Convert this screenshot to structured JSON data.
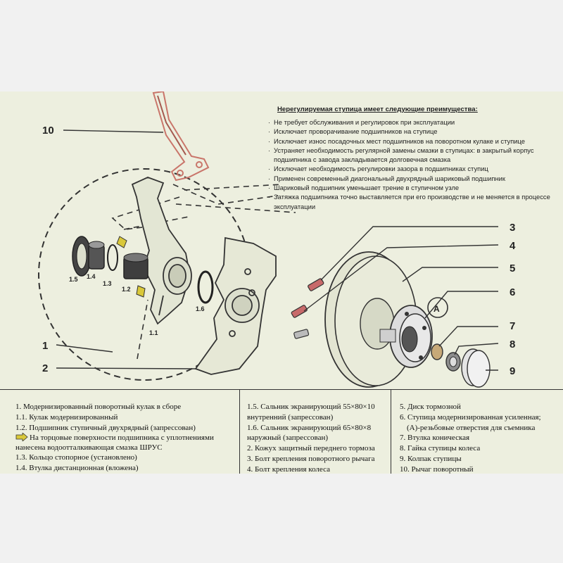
{
  "callouts": {
    "n1": "1",
    "n2": "2",
    "n3": "3",
    "n4": "4",
    "n5": "5",
    "n6": "6",
    "n7": "7",
    "n8": "8",
    "n9": "9",
    "n10": "10",
    "a": "A"
  },
  "part_labels": {
    "p1_1": "1.1",
    "p1_2": "1.2",
    "p1_3": "1.3",
    "p1_4": "1.4",
    "p1_5": "1.5",
    "p1_6": "1.6"
  },
  "advantages": {
    "title": "Нерегулируемая ступица имеет следующие преимущества:",
    "items": [
      "Не требует обслуживания и регулировок при эксплуатации",
      "Исключает проворачивание подшипников на ступице",
      "Исключает износ посадочных мест подшипников  на поворотном кулаке и ступице",
      "Устраняет необходимость регулярной замены смазки в ступицах:  в закрытый корпус подшипника с завода закладывается долговечная смазка",
      "Исключает необходимость регулировки зазора в подшипниках ступиц",
      "Применен современный диагональный двухрядный шариковый подшипник",
      "Шариковый подшипник уменьшает трение в ступичном узле",
      "Затяжка подшипника точно выставляется при его производстве и не меняется в процессе эксплуатации"
    ]
  },
  "legend": {
    "col1": {
      "l1": "1. Модернизированный поворотный кулак в сборе",
      "l2": "1.1. Кулак модернизированный",
      "l3": "1.2. Подшипник ступичный двухрядный (запрессован)",
      "l4": "На торцовые поверхности подшипника с уплотнениями нанесена водоотталкивающая смазка ШРУС",
      "l5": "1.3. Кольцо стопорное (установлено)",
      "l6": "1.4. Втулка дистанционная (вложена)"
    },
    "col2": {
      "l1": "1.5. Сальник экранирующий 55×80×10",
      "l2": "внутренний (запрессован)",
      "l3": "1.6. Сальник экранирующий 65×80×8",
      "l4": "наружный (запрессован)",
      "l5": "2.  Кожух защитный переднего тормоза",
      "l6": "3.  Болт крепления поворотного рычага",
      "l7": "4.  Болт крепления колеса"
    },
    "col3": {
      "l1": "5. Диск тормозной",
      "l2": "6. Ступица модернизированная усиленная;",
      "l3": "(А)-резьбовые отверстия для съемника",
      "l4": "7. Втулка коническая",
      "l5": "8. Гайка ступицы колеса",
      "l6": "9. Колпак ступицы",
      "l7": "10. Рычаг поворотный"
    }
  },
  "colors": {
    "paper": "#edefdf",
    "ink": "#222222",
    "outline": "#444444",
    "bolt": "#c86a6a",
    "lever": "#c9756a",
    "yellow_arrow": "#d9c83a"
  }
}
